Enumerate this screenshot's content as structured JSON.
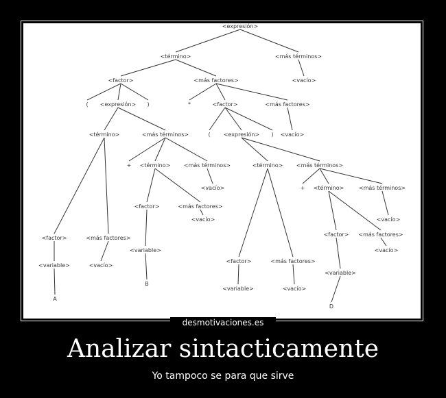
{
  "watermark": "desmotivaciones.es",
  "title": "Analizar sintacticamente",
  "subtitle": "Yo tampoco se para que sirve",
  "tree": {
    "nodes": [
      {
        "id": "n1",
        "text": "<expresión>"
      },
      {
        "id": "n2",
        "text": "<término>"
      },
      {
        "id": "n3",
        "text": "<más términos>"
      },
      {
        "id": "n4",
        "text": "<vacío>"
      },
      {
        "id": "n5",
        "text": "<factor>"
      },
      {
        "id": "n6",
        "text": "<más factores>"
      },
      {
        "id": "n7",
        "text": "("
      },
      {
        "id": "n8",
        "text": "<expresión>"
      },
      {
        "id": "n9",
        "text": ")"
      },
      {
        "id": "n10",
        "text": "*"
      },
      {
        "id": "n11",
        "text": "<factor>"
      },
      {
        "id": "n12",
        "text": "<más factores>"
      },
      {
        "id": "n13",
        "text": "<término>"
      },
      {
        "id": "n14",
        "text": "<más términos>"
      },
      {
        "id": "n15",
        "text": "("
      },
      {
        "id": "n16",
        "text": "<expresión>"
      },
      {
        "id": "n17",
        "text": ")"
      },
      {
        "id": "n18",
        "text": "<vacío>"
      },
      {
        "id": "n19",
        "text": "+"
      },
      {
        "id": "n20",
        "text": "<término>"
      },
      {
        "id": "n21",
        "text": "<más términos>"
      },
      {
        "id": "n22",
        "text": "<vacío>"
      },
      {
        "id": "n23",
        "text": "<factor>"
      },
      {
        "id": "n24",
        "text": "<más factores>"
      },
      {
        "id": "n25",
        "text": "<vacío>"
      },
      {
        "id": "n26",
        "text": "<variable>"
      },
      {
        "id": "n27",
        "text": "B"
      },
      {
        "id": "n28",
        "text": "<factor>"
      },
      {
        "id": "n29",
        "text": "<más factores>"
      },
      {
        "id": "n30",
        "text": "<variable>"
      },
      {
        "id": "n31",
        "text": "<vacío>"
      },
      {
        "id": "n32",
        "text": "A"
      },
      {
        "id": "n33",
        "text": "<término>"
      },
      {
        "id": "n34",
        "text": "<más términos>"
      },
      {
        "id": "n35",
        "text": "+"
      },
      {
        "id": "n36",
        "text": "<término>"
      },
      {
        "id": "n37",
        "text": "<más términos>"
      },
      {
        "id": "n38",
        "text": "<vacío>"
      },
      {
        "id": "n39",
        "text": "<factor>"
      },
      {
        "id": "n40",
        "text": "<más factores>"
      },
      {
        "id": "n41",
        "text": "<vacío>"
      },
      {
        "id": "n42",
        "text": "<variable>"
      },
      {
        "id": "n43",
        "text": "D"
      },
      {
        "id": "n44",
        "text": "<factor>"
      },
      {
        "id": "n45",
        "text": "<más factores>"
      },
      {
        "id": "n46",
        "text": "<variable>"
      },
      {
        "id": "n47",
        "text": "<vacío>"
      }
    ],
    "edges": [
      [
        "n1",
        "n2"
      ],
      [
        "n1",
        "n3"
      ],
      [
        "n3",
        "n4"
      ],
      [
        "n2",
        "n5"
      ],
      [
        "n2",
        "n6"
      ],
      [
        "n5",
        "n7"
      ],
      [
        "n5",
        "n8"
      ],
      [
        "n5",
        "n9"
      ],
      [
        "n6",
        "n10"
      ],
      [
        "n6",
        "n11"
      ],
      [
        "n6",
        "n12"
      ],
      [
        "n8",
        "n13"
      ],
      [
        "n8",
        "n14"
      ],
      [
        "n11",
        "n15"
      ],
      [
        "n11",
        "n16"
      ],
      [
        "n11",
        "n17"
      ],
      [
        "n12",
        "n18"
      ],
      [
        "n14",
        "n19"
      ],
      [
        "n14",
        "n20"
      ],
      [
        "n14",
        "n21"
      ],
      [
        "n21",
        "n22"
      ],
      [
        "n20",
        "n23"
      ],
      [
        "n20",
        "n24"
      ],
      [
        "n24",
        "n25"
      ],
      [
        "n23",
        "n26"
      ],
      [
        "n26",
        "n27"
      ],
      [
        "n13",
        "n28"
      ],
      [
        "n13",
        "n29"
      ],
      [
        "n28",
        "n30"
      ],
      [
        "n29",
        "n31"
      ],
      [
        "n30",
        "n32"
      ],
      [
        "n16",
        "n33"
      ],
      [
        "n16",
        "n34"
      ],
      [
        "n34",
        "n35"
      ],
      [
        "n34",
        "n36"
      ],
      [
        "n34",
        "n37"
      ],
      [
        "n37",
        "n38"
      ],
      [
        "n36",
        "n39"
      ],
      [
        "n36",
        "n40"
      ],
      [
        "n40",
        "n41"
      ],
      [
        "n39",
        "n42"
      ],
      [
        "n42",
        "n43"
      ],
      [
        "n33",
        "n44"
      ],
      [
        "n33",
        "n45"
      ],
      [
        "n44",
        "n46"
      ],
      [
        "n45",
        "n47"
      ]
    ]
  }
}
